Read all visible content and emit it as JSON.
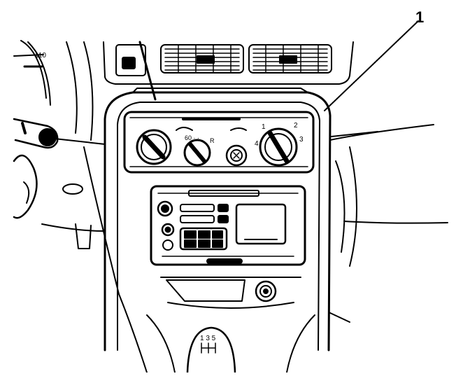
{
  "callout": {
    "number": "1"
  },
  "labels": {
    "odometer_reading": "110",
    "fan_speeds": [
      "1",
      "2",
      "3",
      "4"
    ],
    "mode_dial_letter": "R",
    "shifter_pattern": "1 3 5"
  },
  "colors": {
    "ink": "#000000",
    "paper": "#ffffff"
  }
}
